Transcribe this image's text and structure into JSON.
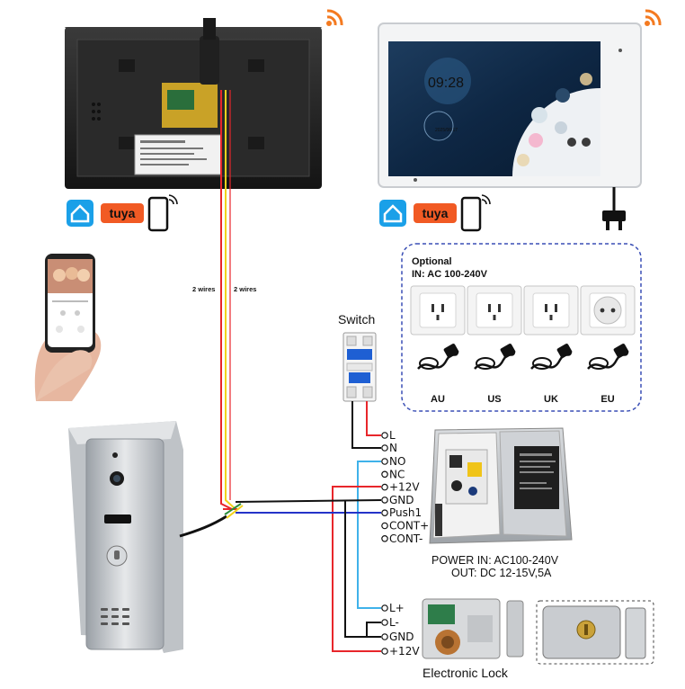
{
  "colors": {
    "wire_red": "#e8262b",
    "wire_yellow": "#f2d21b",
    "wire_black": "#111111",
    "wire_blue": "#2433c8",
    "wire_lightblue": "#3fb2ea",
    "wifi": "#f47a20",
    "tuya": "#f15a24",
    "home_app": "#1aa0e8",
    "optional_border": "#3a4fb5"
  },
  "badges": {
    "tuya": "tuya"
  },
  "monitor_screen": {
    "time": "09:28",
    "date": "2025/06/17"
  },
  "wire_labels": {
    "left": "2 wires",
    "right": "2 wires"
  },
  "optional_box": {
    "title": "Optional",
    "input": "IN: AC 100-240V",
    "plugs": [
      {
        "label": "AU",
        "icon": "au-plug-icon"
      },
      {
        "label": "US",
        "icon": "us-plug-icon"
      },
      {
        "label": "UK",
        "icon": "uk-plug-icon"
      },
      {
        "label": "EU",
        "icon": "eu-plug-icon"
      }
    ]
  },
  "switch": {
    "title": "Switch",
    "terminals": [
      "L",
      "N"
    ]
  },
  "outdoor_terminals": [
    "NO",
    "NC",
    "+12V",
    "GND",
    "Push1",
    "CONT+",
    "CONT-"
  ],
  "power_supply": {
    "label_line1": "POWER  IN: AC100-240V",
    "label_line2": "OUT: DC 12-15V,5A"
  },
  "lock": {
    "terminals": [
      "L+",
      "L-",
      "GND",
      "+12V"
    ],
    "title": "Electronic Lock"
  }
}
